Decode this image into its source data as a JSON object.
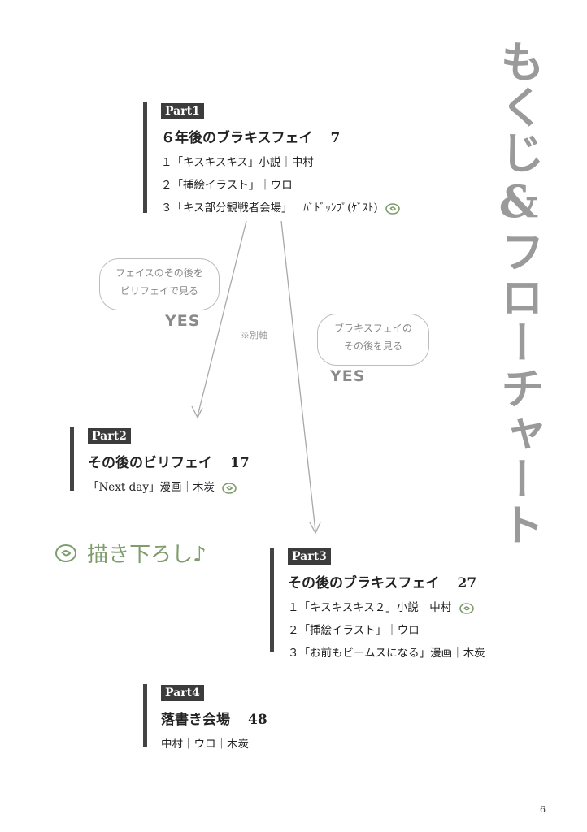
{
  "page_title": "もくじ&フローチャート",
  "page_number": "6",
  "sections": [
    {
      "tag": "Part1",
      "title": "６年後のブラキスフェイ",
      "page": "7",
      "items": [
        "１「キスキスキス」小説｜中村",
        "２「挿絵イラスト」｜ウロ",
        "３「キス部分観戦者会場」｜ﾊﾞﾄﾞｩﾝﾌﾟ(ｹﾞｽﾄ)"
      ]
    },
    {
      "tag": "Part2",
      "title": "その後のビリフェイ",
      "page": "17",
      "items": [
        "「Next day」漫画｜木炭"
      ]
    },
    {
      "tag": "Part3",
      "title": "その後のブラキスフェイ",
      "page": "27",
      "items": [
        "１「キスキスキス２」小説｜中村",
        "２「挿絵イラスト」｜ウロ",
        "３「お前もビームスになる」漫画｜木炭"
      ]
    },
    {
      "tag": "Part4",
      "title": "落書き会場",
      "page": "48",
      "items": [
        "中村｜ウロ｜木炭"
      ]
    }
  ],
  "bubbles": [
    {
      "line1": "フェイスのその後を",
      "line2": "ビリフェイで見る"
    },
    {
      "line1": "ブラキスフェイの",
      "line2": "その後を見る"
    }
  ],
  "yes_label": "YES",
  "note": "※別軸",
  "handwritten_note": "描き下ろし♪",
  "colors": {
    "tag_bg": "#3c3c3c",
    "title_gray": "#9a9a9a",
    "accent_green": "#7e9c6c"
  }
}
